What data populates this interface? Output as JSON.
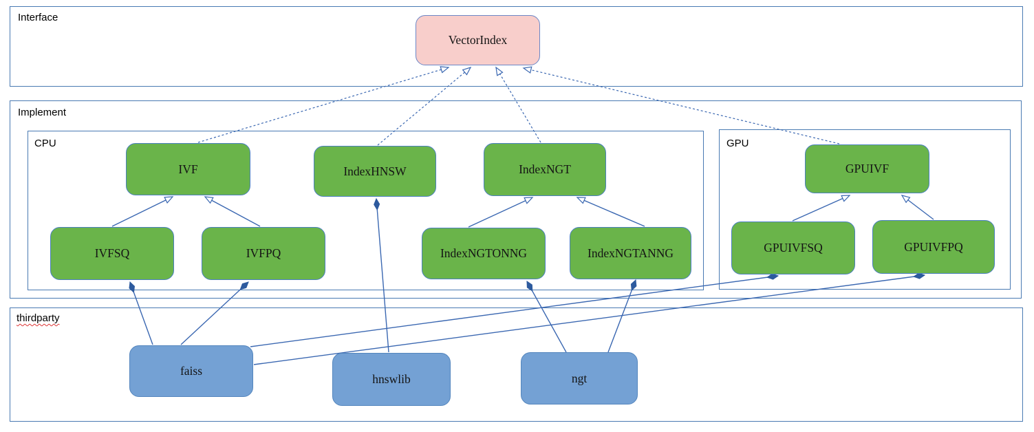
{
  "diagram": {
    "containers": {
      "interface": {
        "label": "Interface"
      },
      "implement": {
        "label": "Implement"
      },
      "cpu": {
        "label": "CPU"
      },
      "gpu": {
        "label": "GPU"
      },
      "thirdparty": {
        "label": "thirdparty",
        "spellcheck_underline": true
      }
    },
    "nodes": {
      "vectorindex": {
        "label": "VectorIndex",
        "group": "interface"
      },
      "ivf": {
        "label": "IVF",
        "group": "cpu"
      },
      "indexhnsw": {
        "label": "IndexHNSW",
        "group": "cpu"
      },
      "indexngt": {
        "label": "IndexNGT",
        "group": "cpu"
      },
      "ivfsq": {
        "label": "IVFSQ",
        "group": "cpu"
      },
      "ivfpq": {
        "label": "IVFPQ",
        "group": "cpu"
      },
      "indexngtonng": {
        "label": "IndexNGTONNG",
        "group": "cpu"
      },
      "indexngtanng": {
        "label": "IndexNGTANNG",
        "group": "cpu"
      },
      "gpuivf": {
        "label": "GPUIVF",
        "group": "gpu"
      },
      "gpuivfsq": {
        "label": "GPUIVFSQ",
        "group": "gpu"
      },
      "gpuivfpq": {
        "label": "GPUIVFPQ",
        "group": "gpu"
      },
      "faiss": {
        "label": "faiss",
        "group": "thirdparty"
      },
      "hnswlib": {
        "label": "hnswlib",
        "group": "thirdparty"
      },
      "ngt": {
        "label": "ngt",
        "group": "thirdparty"
      }
    },
    "relations": [
      {
        "from": "IVF",
        "to": "VectorIndex",
        "kind": "realization-dashed-hollow-arrow"
      },
      {
        "from": "IndexHNSW",
        "to": "VectorIndex",
        "kind": "realization-dashed-hollow-arrow"
      },
      {
        "from": "IndexNGT",
        "to": "VectorIndex",
        "kind": "realization-dashed-hollow-arrow"
      },
      {
        "from": "GPUIVF",
        "to": "VectorIndex",
        "kind": "realization-dashed-hollow-arrow"
      },
      {
        "from": "IVFSQ",
        "to": "IVF",
        "kind": "generalization-hollow-arrow"
      },
      {
        "from": "IVFPQ",
        "to": "IVF",
        "kind": "generalization-hollow-arrow"
      },
      {
        "from": "IndexNGTONNG",
        "to": "IndexNGT",
        "kind": "generalization-hollow-arrow"
      },
      {
        "from": "IndexNGTANNG",
        "to": "IndexNGT",
        "kind": "generalization-hollow-arrow"
      },
      {
        "from": "GPUIVFSQ",
        "to": "GPUIVF",
        "kind": "generalization-hollow-arrow"
      },
      {
        "from": "GPUIVFPQ",
        "to": "GPUIVF",
        "kind": "generalization-hollow-arrow"
      },
      {
        "from": "faiss",
        "to": "IVFSQ",
        "kind": "composition-filled-diamond"
      },
      {
        "from": "faiss",
        "to": "IVFPQ",
        "kind": "composition-filled-diamond"
      },
      {
        "from": "faiss",
        "to": "GPUIVFSQ",
        "kind": "composition-filled-diamond"
      },
      {
        "from": "faiss",
        "to": "GPUIVFPQ",
        "kind": "composition-filled-diamond"
      },
      {
        "from": "hnswlib",
        "to": "IndexHNSW",
        "kind": "composition-filled-diamond"
      },
      {
        "from": "ngt",
        "to": "IndexNGTONNG",
        "kind": "composition-filled-diamond"
      },
      {
        "from": "ngt",
        "to": "IndexNGTANNG",
        "kind": "composition-filled-diamond"
      }
    ],
    "colors": {
      "node_green_fill": "#6ab44a",
      "node_blue_fill": "#74a1d4",
      "node_pink_fill": "#f8cecb",
      "node_border_blue": "#4a7fc1",
      "container_border": "#4879b2",
      "connector_blue": "#3a67b1",
      "diamond_fill": "#2d5a9e",
      "spellcheck_red": "#dd3333",
      "background": "#ffffff"
    }
  }
}
